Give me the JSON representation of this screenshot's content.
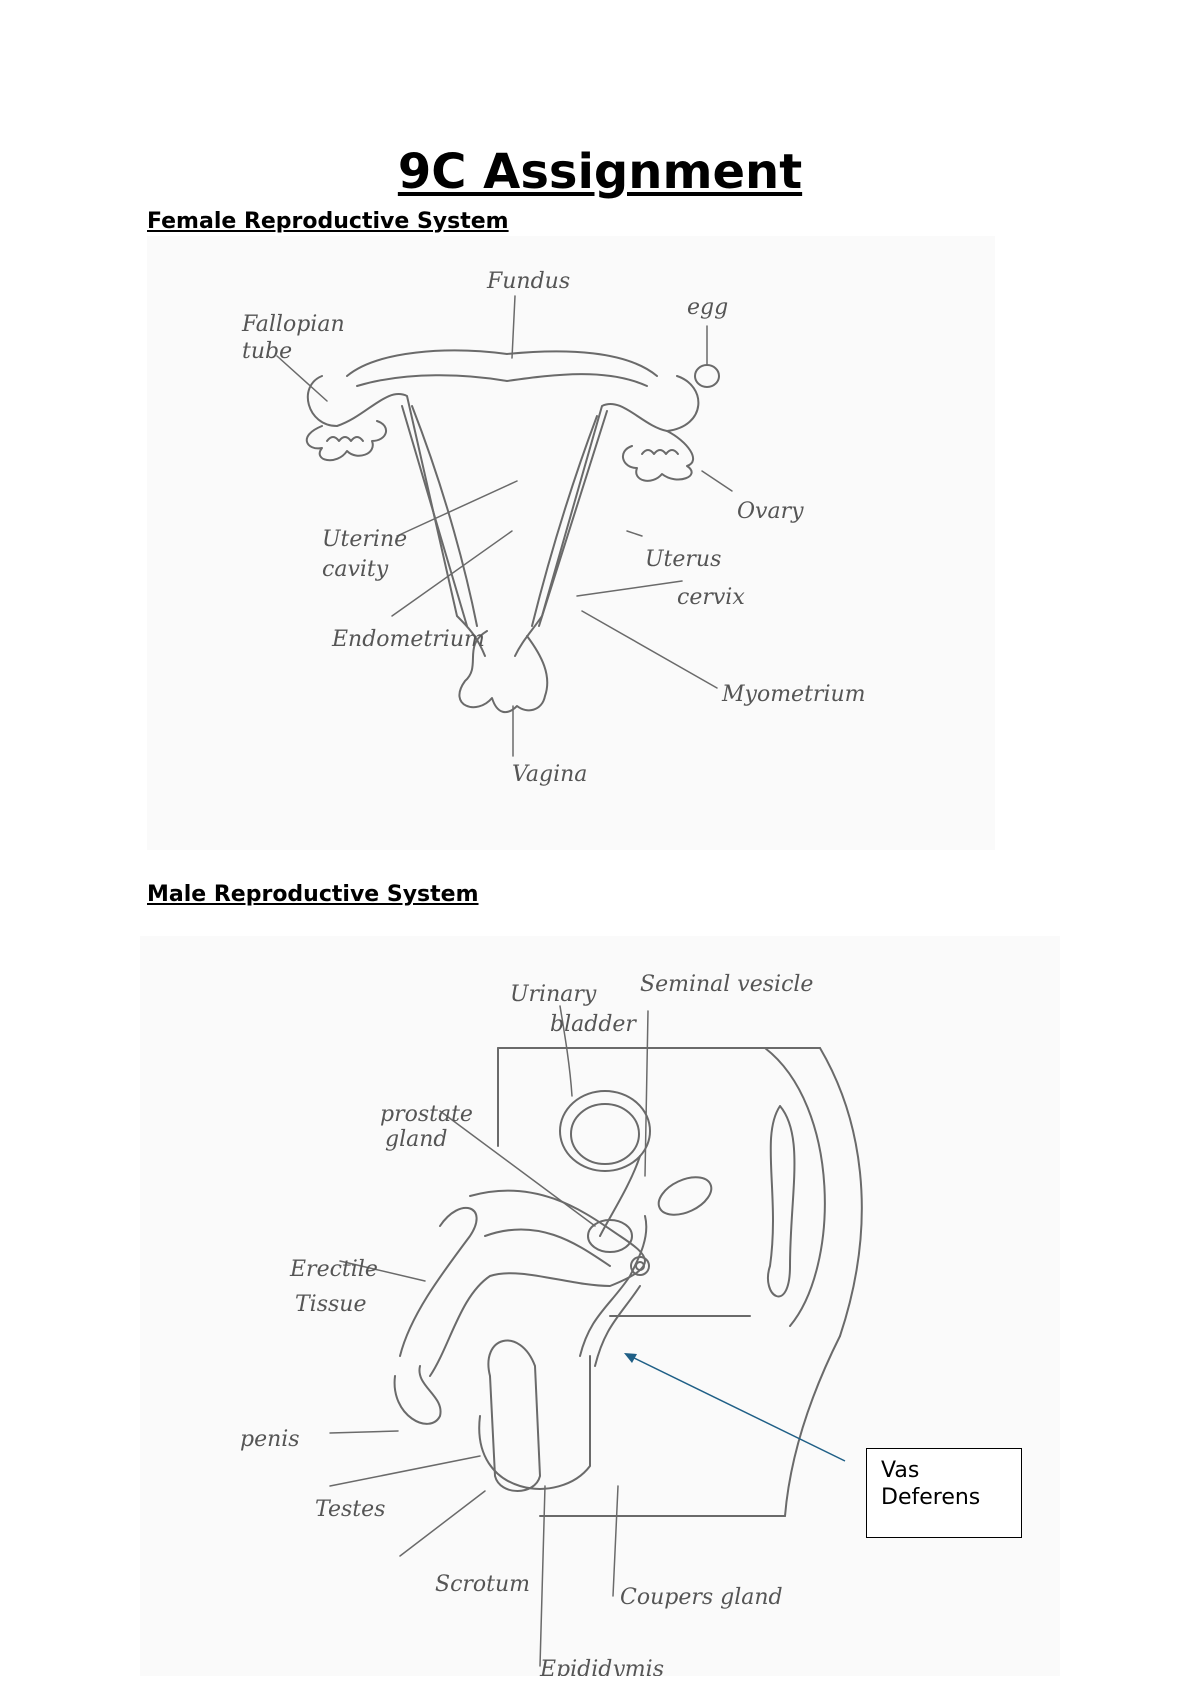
{
  "document": {
    "title": "9C Assignment",
    "female_heading": "Female Reproductive System",
    "male_heading": "Male Reproductive System"
  },
  "female_labels": {
    "fallopian_1": "Fallopian",
    "fallopian_2": "tube",
    "fundus": "Fundus",
    "egg": "egg",
    "ovary": "Ovary",
    "uterine_1": "Uterine",
    "uterine_2": "cavity",
    "uterus": "Uterus",
    "cervix": "cervix",
    "endometrium": "Endometrium",
    "myometrium": "Myometrium",
    "vagina": "Vagina"
  },
  "male_labels": {
    "urinary": "Urinary",
    "bladder": "bladder",
    "seminal": "Seminal vesicle",
    "prostate_1": "prostate",
    "prostate_2": "gland",
    "erectile_1": "Erectile",
    "erectile_2": "Tissue",
    "penis": "penis",
    "testes": "Testes",
    "scrotum": "Scrotum",
    "coupers": "Coupers gland",
    "epididymis": "Epididymis"
  },
  "callout": {
    "line1": "Vas",
    "line2": "Deferens"
  },
  "colors": {
    "pencil": "#6a6a6a",
    "arrow": "#1f5f86"
  }
}
